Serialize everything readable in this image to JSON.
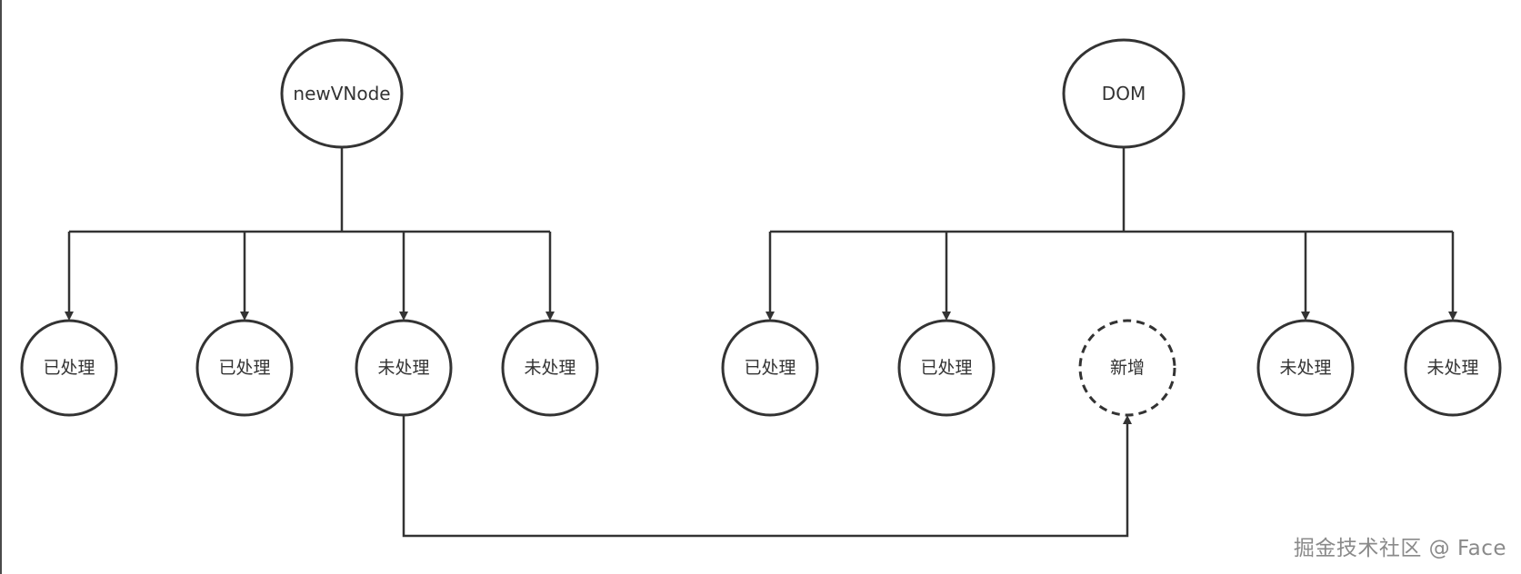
{
  "diagram": {
    "left_tree": {
      "root": "newVNode",
      "children": [
        "已处理",
        "已处理",
        "未处理",
        "未处理"
      ]
    },
    "right_tree": {
      "root": "DOM",
      "children": [
        "已处理",
        "已处理",
        "新增",
        "未处理",
        "未处理"
      ]
    },
    "new_node_style": "dashed",
    "colors": {
      "stroke": "#333333",
      "text": "#333333",
      "background": "#ffffff",
      "watermark": "#8a8a8a"
    }
  },
  "watermark": "掘金技术社区 @ Face"
}
